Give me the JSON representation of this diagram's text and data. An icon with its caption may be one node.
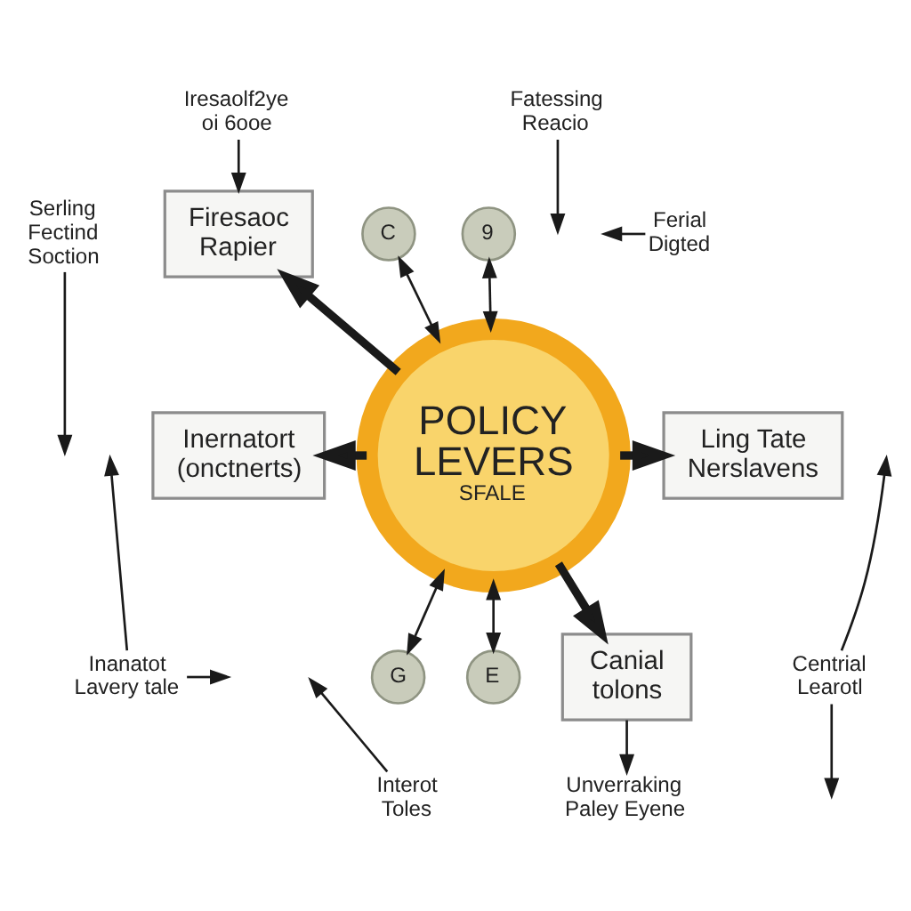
{
  "diagram": {
    "nodes": [
      {
        "text": [
          "Iresaolf2ye oi 6ooe"
        ]
      },
      {
        "text": [
          "Firesaoc Rapier"
        ]
      },
      {
        "text": [
          "Fatessing Reacio"
        ]
      },
      {
        "text": [
          "Serling Fectind Soction"
        ]
      },
      {
        "text": [
          "C"
        ]
      },
      {
        "text": [
          "9"
        ]
      },
      {
        "text": [
          "Ferial Digted"
        ]
      },
      {
        "text": [
          "POLICY LEVERS",
          "SFALE"
        ]
      },
      {
        "text": [
          "Inernatort (onctnerts)"
        ]
      },
      {
        "text": [
          "Ling Tate Nerslavens"
        ]
      },
      {
        "text": [
          "Inanatot Lavery tale"
        ]
      },
      {
        "text": [
          "Centrial Learotl"
        ]
      },
      {
        "text": [
          "G"
        ]
      },
      {
        "text": [
          "E"
        ]
      },
      {
        "text": [
          "Canial tolons"
        ]
      },
      {
        "text": [
          "Interot Toles"
        ]
      },
      {
        "text": [
          "Unverraking Paley Eyene"
        ]
      }
    ],
    "edges": [
      {
        "from": 0,
        "to": 1,
        "arrow": "to"
      },
      {
        "from": 7,
        "to": 4,
        "arrow": "both"
      },
      {
        "from": 7,
        "to": 1,
        "arrow": "to",
        "style": "thick"
      },
      {
        "from": 7,
        "to": 5,
        "arrow": "both"
      },
      {
        "from": 2,
        "to": null,
        "arrow": "to"
      },
      {
        "from": 3,
        "to": null,
        "arrow": "to"
      },
      {
        "from": 6,
        "to": null,
        "arrow": "to"
      },
      {
        "from": 7,
        "to": 8,
        "arrow": "to",
        "style": "thick"
      },
      {
        "from": 7,
        "to": 9,
        "arrow": "to",
        "style": "thick"
      },
      {
        "from": 10,
        "to": null,
        "arrow": "to"
      },
      {
        "from": 10,
        "to": null,
        "arrow": "to"
      },
      {
        "from": 11,
        "to": null,
        "arrow": "to"
      },
      {
        "from": 11,
        "to": null,
        "arrow": "to"
      },
      {
        "from": 7,
        "to": 12,
        "arrow": "both"
      },
      {
        "from": 7,
        "to": 14,
        "arrow": "to",
        "style": "thick"
      },
      {
        "from": 7,
        "to": 13,
        "arrow": "both"
      },
      {
        "from": 15,
        "to": null,
        "arrow": "to"
      },
      {
        "from": 14,
        "to": 16,
        "arrow": "to"
      }
    ]
  }
}
